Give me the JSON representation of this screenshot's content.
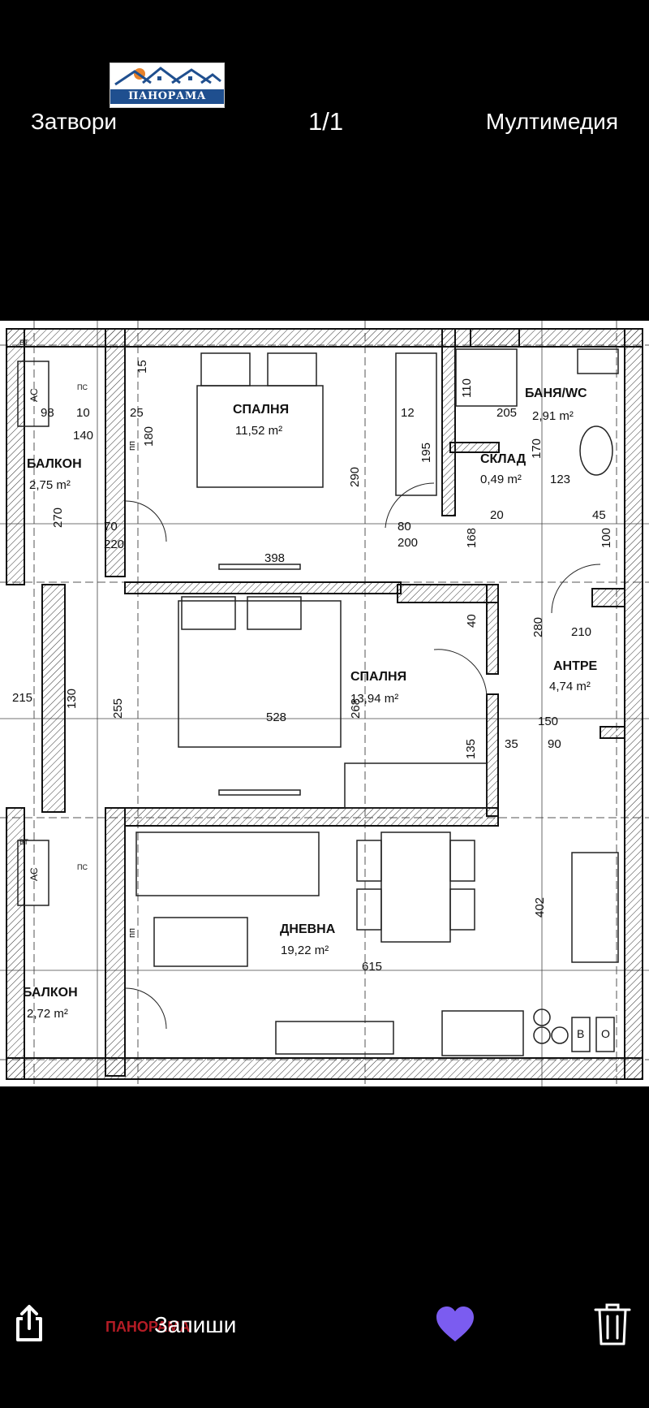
{
  "header": {
    "logo_text": "ПАНОРАМА",
    "close_label": "Затвори",
    "counter": "1/1",
    "media_label": "Мултимедия"
  },
  "floorplan": {
    "rooms": [
      {
        "name": "СПАЛНЯ",
        "area": "11,52 m²"
      },
      {
        "name": "СПАЛНЯ",
        "area": "13,94 m²"
      },
      {
        "name": "ДНЕВНА",
        "area": "19,22 m²"
      },
      {
        "name": "БАНЯ/WC",
        "area": "2,91 m²"
      },
      {
        "name": "СКЛАД",
        "area": "0,49 m²"
      },
      {
        "name": "АНТРЕ",
        "area": "4,74 m²"
      },
      {
        "name": "БАЛКОН",
        "area": "2,75 m²"
      },
      {
        "name": "БАЛКОН",
        "area": "2,72 m²"
      }
    ],
    "symbols": {
      "ac": "AC",
      "vt": "ВТ",
      "ps": "ПС",
      "pp": "пп",
      "b": "B",
      "o": "O"
    },
    "dimensions": [
      "398",
      "290",
      "180",
      "270",
      "98",
      "10",
      "25",
      "15",
      "220",
      "70",
      "195",
      "12",
      "205",
      "110",
      "170",
      "123",
      "200",
      "168",
      "80",
      "20",
      "45",
      "100",
      "210",
      "280",
      "150",
      "528",
      "255",
      "215",
      "130",
      "268",
      "135",
      "35",
      "90",
      "40",
      "615",
      "402",
      "140"
    ]
  },
  "footer": {
    "watermark": "ПАНОРАМА",
    "save_label": "Запиши"
  },
  "colors": {
    "background": "#000000",
    "heart": "#7b5cf0",
    "logo_blue": "#1f4f8f",
    "watermark": "#c8202a"
  },
  "icons": {
    "share": "share-icon",
    "heart": "heart-icon",
    "trash": "trash-icon"
  }
}
